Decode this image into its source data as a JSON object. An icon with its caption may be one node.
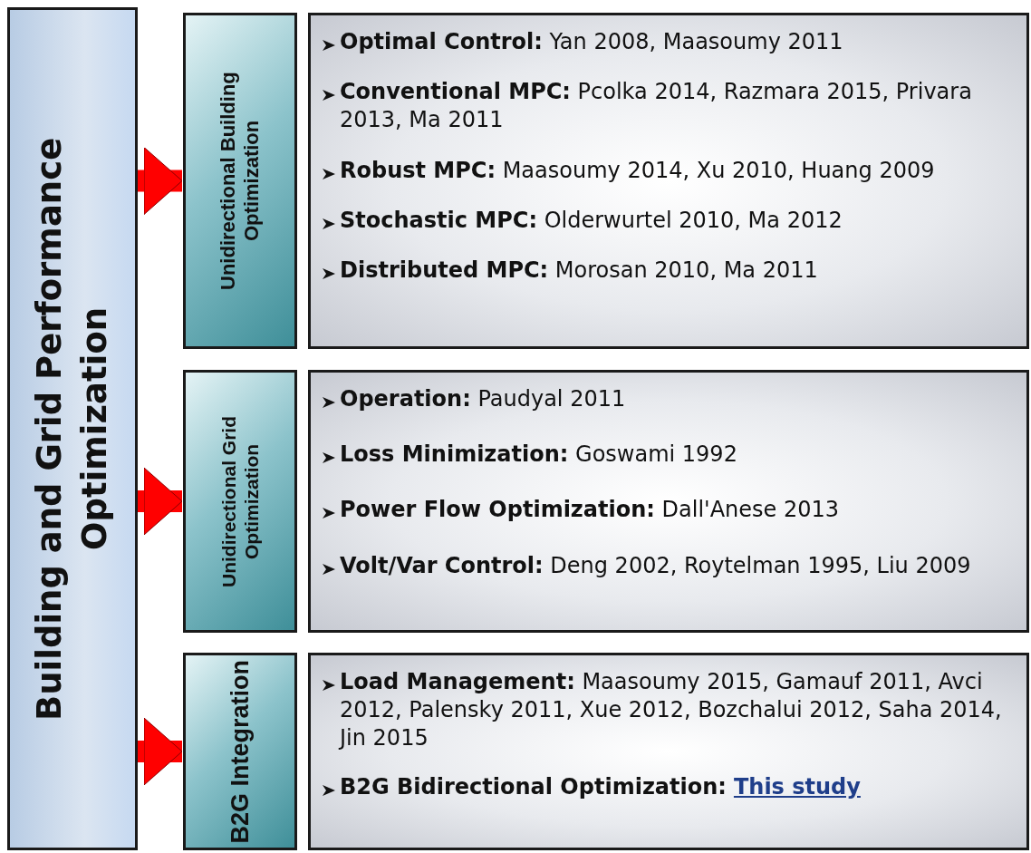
{
  "diagram": {
    "nodes": [
      {
        "text": [
          "Building and Grid Performance Optimization"
        ]
      },
      {
        "text": [
          "Unidirectional Building Optimization"
        ]
      },
      {
        "text": [
          "**Optimal Control:**  Yan 2008, Maasoumy 2011",
          "**Conventional MPC:** Pcolka 2014, Razmara 2015, Privara 2013, Ma 2011",
          "**Robust MPC:** Maasoumy 2014, Xu 2010, Huang 2009",
          "**Stochastic MPC:** Olderwurtel 2010, Ma 2012",
          "**Distributed MPC:** Morosan 2010, Ma 2011"
        ]
      },
      {
        "text": [
          "Unidirectional Grid Optimization"
        ]
      },
      {
        "text": [
          "**Operation:** Paudyal 2011",
          "**Loss Minimization:** Goswami 1992",
          "**Power Flow Optimization:** Dall'Anese 2013",
          "**Volt/Var Control:** Deng 2002, Roytelman 1995,  Liu 2009"
        ]
      },
      {
        "text": [
          "B2G Integration"
        ]
      },
      {
        "text": [
          "**Load Management:** Maasoumy 2015, Gamauf 2011, Avci 2012, Palensky 2011, Xue 2012, Bozchalui 2012, Saha 2014, Jin 2015",
          "**B2G Bidirectional Optimization:**",
          "This study"
        ]
      }
    ],
    "edges": [
      {
        "from": 0,
        "to": 1,
        "arrow": "to"
      },
      {
        "from": 0,
        "to": 3,
        "arrow": "to"
      },
      {
        "from": 0,
        "to": 5,
        "arrow": "to"
      }
    ]
  }
}
